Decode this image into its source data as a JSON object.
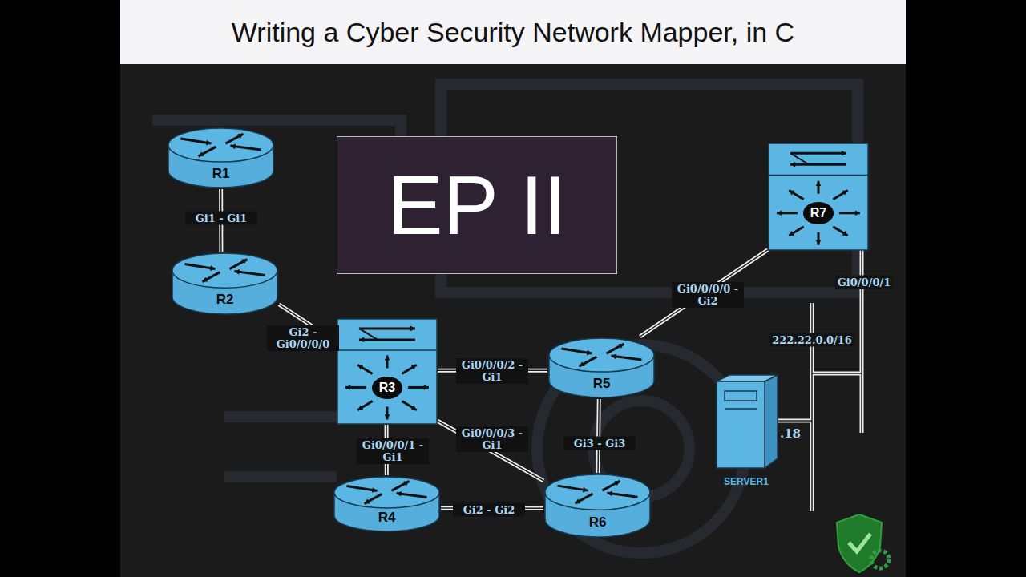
{
  "diagram": {
    "title": "Writing a Cyber Security Network Mapper, in C",
    "nodes": [
      {
        "text": [
          "R1"
        ]
      },
      {
        "text": [
          "EP II"
        ]
      },
      {
        "text": [
          "R7"
        ]
      },
      {
        "text": [
          "R2"
        ]
      },
      {
        "text": [
          "R3"
        ]
      },
      {
        "text": [
          "R5"
        ]
      },
      {
        "text": [
          "SERVER1"
        ]
      },
      {
        "text": [
          "R4"
        ]
      },
      {
        "text": [
          "R6"
        ]
      }
    ],
    "edges": [
      {
        "from": 0,
        "to": 3,
        "label": "Gi1 - Gi1",
        "arrow": "none"
      },
      {
        "from": 3,
        "to": 4,
        "label": "Gi2 - Gi0/0/0/0",
        "arrow": "none"
      },
      {
        "from": 4,
        "to": 5,
        "label": "Gi0/0/0/2 - Gi1",
        "arrow": "none"
      },
      {
        "from": 4,
        "to": 7,
        "label": "Gi0/0/0/1 - Gi1",
        "arrow": "none"
      },
      {
        "from": 4,
        "to": 8,
        "label": "Gi0/0/0/3 - Gi1",
        "arrow": "none"
      },
      {
        "from": 5,
        "to": 8,
        "label": "Gi3 - Gi3",
        "arrow": "none"
      },
      {
        "from": 7,
        "to": 8,
        "label": "Gi2 - Gi2",
        "arrow": "none"
      },
      {
        "from": 5,
        "to": 2,
        "label": "Gi0/0/0/0 - Gi2",
        "arrow": "none"
      }
    ],
    "labels": [
      "Gi0/0/0/1",
      "222.22.0.0/16",
      ".18"
    ]
  }
}
